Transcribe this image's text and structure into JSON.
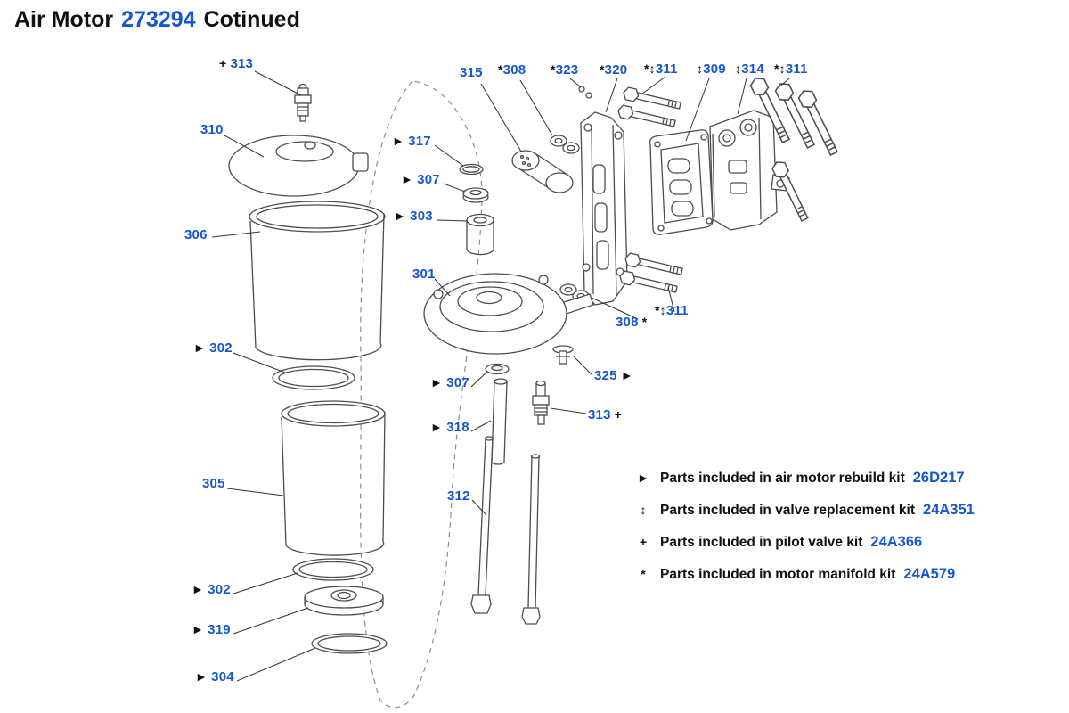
{
  "title": {
    "prefix": "Air Motor",
    "number": "273294",
    "suffix": "Cotinued"
  },
  "colors": {
    "accent": "#1557d0",
    "text": "#111111",
    "line": "#4d4d4d"
  },
  "callouts": [
    {
      "name": "313-top",
      "pre": "+ ",
      "num": "313",
      "post": ""
    },
    {
      "name": "310",
      "pre": "",
      "num": "310",
      "post": ""
    },
    {
      "name": "306",
      "pre": "",
      "num": "306",
      "post": ""
    },
    {
      "name": "302-upper",
      "pre": "► ",
      "num": "302",
      "post": ""
    },
    {
      "name": "305",
      "pre": "",
      "num": "305",
      "post": ""
    },
    {
      "name": "302-lower",
      "pre": "► ",
      "num": "302",
      "post": ""
    },
    {
      "name": "319",
      "pre": "► ",
      "num": "319",
      "post": ""
    },
    {
      "name": "304",
      "pre": "► ",
      "num": "304",
      "post": ""
    },
    {
      "name": "317",
      "pre": "► ",
      "num": "317",
      "post": ""
    },
    {
      "name": "307-upper",
      "pre": "► ",
      "num": "307",
      "post": ""
    },
    {
      "name": "303",
      "pre": "► ",
      "num": "303",
      "post": ""
    },
    {
      "name": "301",
      "pre": "",
      "num": "301",
      "post": ""
    },
    {
      "name": "307-lower",
      "pre": "► ",
      "num": "307",
      "post": ""
    },
    {
      "name": "318",
      "pre": "► ",
      "num": "318",
      "post": ""
    },
    {
      "name": "312",
      "pre": "",
      "num": "312",
      "post": ""
    },
    {
      "name": "315",
      "pre": "",
      "num": "315",
      "post": ""
    },
    {
      "name": "308-top",
      "pre": "*",
      "num": "308",
      "post": ""
    },
    {
      "name": "323",
      "pre": "*",
      "num": "323",
      "post": ""
    },
    {
      "name": "320",
      "pre": "*",
      "num": "320",
      "post": ""
    },
    {
      "name": "311-top",
      "pre": "*↕",
      "num": "311",
      "post": ""
    },
    {
      "name": "309",
      "pre": "↕",
      "num": "309",
      "post": ""
    },
    {
      "name": "314",
      "pre": "↕",
      "num": "314",
      "post": ""
    },
    {
      "name": "311-right",
      "pre": "*↕",
      "num": "311",
      "post": ""
    },
    {
      "name": "308-bottom",
      "pre": "",
      "num": "308",
      "post": " *"
    },
    {
      "name": "311-bottom",
      "pre": "*↕",
      "num": "311",
      "post": ""
    },
    {
      "name": "325",
      "pre": "",
      "num": "325",
      "post": " ►"
    },
    {
      "name": "313-bottom",
      "pre": "",
      "num": "313",
      "post": " +"
    }
  ],
  "legend": [
    {
      "symbol": "►",
      "text": "Parts included in air motor rebuild kit",
      "kit": "26D217"
    },
    {
      "symbol": "↕",
      "text": "Parts included in valve replacement kit",
      "kit": "24A351"
    },
    {
      "symbol": "+",
      "text": "Parts included in pilot valve kit",
      "kit": "24A366"
    },
    {
      "symbol": "*",
      "text": "Parts included in motor manifold kit",
      "kit": "24A579"
    }
  ]
}
